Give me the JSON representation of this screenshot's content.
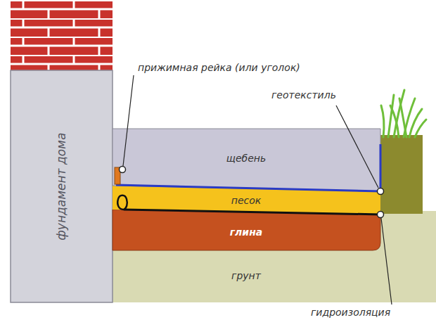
{
  "diagram": {
    "nodes": [
      {
        "text": [
          "фундамент дома"
        ]
      },
      {
        "text": [
          "щебень"
        ]
      },
      {
        "text": [
          "песок"
        ]
      },
      {
        "text": [
          "глина"
        ]
      },
      {
        "text": [
          "грунт"
        ]
      }
    ],
    "labels": [
      "прижимная рейка (или уголок)",
      "геотекстиль",
      "гидроизоляция"
    ]
  }
}
